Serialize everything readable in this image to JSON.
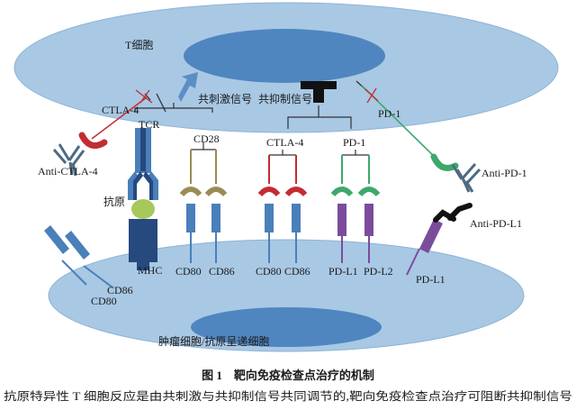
{
  "colors": {
    "cell_fill": "#a8c8e4",
    "cell_stroke": "#8fb3d6",
    "nucleus": "#4f86c0",
    "receptor_blue": "#4a7fba",
    "receptor_dark": "#26497e",
    "antigen_green": "#a7c95b",
    "ligand_olive": "#9b8c55",
    "ctla4_red": "#c42c33",
    "pd1_green": "#3ea86b",
    "pdl_purple": "#7b4c9c",
    "antibody_gray": "#4d6a84",
    "inhibit_black": "#111111"
  },
  "labels": {
    "t_cell": "T细胞",
    "costim_signal": "共刺激信号",
    "coinhib_signal": "共抑制信号",
    "ctla4_left": "CTLA-4",
    "pd1_right": "PD-1",
    "tcr": "TCR",
    "cd28": "CD28",
    "ctla4_mid": "CTLA-4",
    "pd1_mid": "PD-1",
    "anti_ctla4": "Anti-CTLA-4",
    "anti_pd1": "Anti-PD-1",
    "anti_pdl1": "Anti-PD-L1",
    "antigen": "抗原",
    "mhc": "MHC",
    "cd80_a": "CD80",
    "cd86_a": "CD86",
    "cd80_b": "CD80",
    "cd86_b": "CD86",
    "pdl1_a": "PD-L1",
    "pdl2": "PD-L2",
    "pdl1_b": "PD-L1",
    "cd86_left": "CD86",
    "cd80_left": "CD80",
    "apc": "肿瘤细胞/抗原呈递细胞"
  },
  "caption": {
    "title": "图 1　靶向免疫检查点治疗的机制",
    "body": "抗原特异性 T 细胞反应是由共刺激与共抑制信号共同调节的,靶向免疫检查点治疗可阻断共抑制信号"
  }
}
